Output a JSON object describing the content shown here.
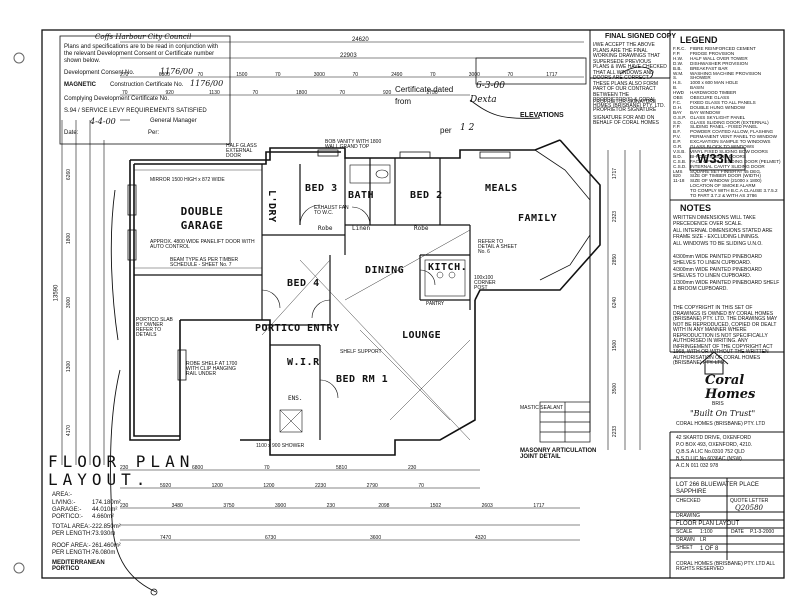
{
  "council": {
    "name": "Coffs Harbour City Council",
    "intro": "Plans and specifications are to be read in conjunction with the relevant Development Consent or Certificate number shown below.",
    "dev_consent_label": "Development Consent No.",
    "dev_consent_no": "1176/00",
    "construction_cert_label": "Construction Certificate No.",
    "construction_cert_no": "1176/00",
    "complying_cert_label": "Complying Development Certificate No.",
    "levy_text": "S.94 / SERVICE LEVY REQUIREMENTS SATISFIED",
    "general_manager": "General Manager",
    "date_handwritten": "4-4-00",
    "date_label": "Date:",
    "per_label": "Per:",
    "magnetic": "MAGNETIC"
  },
  "certificate": {
    "dated_label": "Certificate dated",
    "dated_value": "6-3-00",
    "from_label": "from",
    "from_value": "Dexta",
    "per_label": "per",
    "per_value": "1 2",
    "elevations": "ELEVATIONS"
  },
  "signed": {
    "title": "FINAL SIGNED COPY",
    "text": "I/WE ACCEPT THE ABOVE PLANS ARE THE FINAL WORKING DRAWINGS THAT SUPERSEDE PREVIOUS PLANS & I/WE HAVE CHECKED THAT ALL WINDOWS AND DOORS ARE CORRECT. THESE PLANS ALSO FORM PART OF OUR CONTRACT BETWEEN THE PROPRIETOR(S) & CORAL HOMES (BRISBANE) PTY. LTD.",
    "sig1": "PROPRIETOR SIGNATURE",
    "sig2": "PROPRIETOR SIGNATURE",
    "sig3": "SIGNATURE FOR AND ON BEHALF OF CORAL HOMES"
  },
  "model": "W33N",
  "legend": {
    "title": "LEGEND",
    "items": [
      [
        "F.R.C.",
        "FIBRE REINFORCED CEMENT"
      ],
      [
        "F.P.",
        "FRIDGE PROVISION"
      ],
      [
        "H.W.",
        "HALF WALL OVER TOWER"
      ],
      [
        "D.W.",
        "DISHWASHER PROVISION"
      ],
      [
        "B.B.",
        "BREAKFAST BAR"
      ],
      [
        "W.M.",
        "WASHING MACHINE PROVISION"
      ],
      [
        "S.",
        "SHOWER"
      ],
      [
        "H.S.",
        "1000 x 600 MAN HOLE"
      ],
      [
        "B.",
        "BASIN"
      ],
      [
        "HWD",
        "HARDWOOD TIMBER"
      ],
      [
        "OBS",
        "OBSCURE GLASS"
      ],
      [
        "F.C.",
        "FIXED GLASS TO ALL PANELS"
      ],
      [
        "D.H.",
        "DOUBLE HUNG WINDOW"
      ],
      [
        "BAY",
        "BAY WINDOW"
      ],
      [
        "G.S.P.",
        "GLASS SKYLIGHT PANEL"
      ],
      [
        "S.D.",
        "GLASS SLIDING DOOR (EXTERNAL)"
      ],
      [
        "F.P.",
        "SLIDING PANEL - FIXED PANEL"
      ],
      [
        "B.F.",
        "POWDER COATED ALLOW, FLASHING"
      ],
      [
        "P.V.",
        "PERMANENT VENT PANEL TO WINDOW"
      ],
      [
        "E.P.",
        "EXCAVATION SAMPLE TO WINDOWS"
      ],
      [
        "G.R.",
        "GLASS BLOCK TO WINDOWS"
      ],
      [
        "V.S.B.",
        "VINYL FIXED SLIDING BOW DOORS"
      ],
      [
        "B.D.",
        "BI-FOLD SLIDING DOORS"
      ],
      [
        "C.S.B.",
        "FACE OF WALL SLIDING DOOR (PELMET)"
      ],
      [
        "C.S.D.",
        "INTERNAL CAVITY SLIDING DOOR"
      ],
      [
        "LMS",
        "SQUARE SET FINISH AT 45 DEG."
      ],
      [
        "820",
        "SIZE OF TIMBER DOOR (WIDTH)"
      ],
      [
        "11-18",
        "SIZE OF WINDOW (21000 x 1800)"
      ],
      [
        "",
        "LOCATION OF SMOKE ALARM"
      ],
      [
        "",
        "TO COMPLY WITH B.C.A CLAUSE 3.7.5.2"
      ],
      [
        "",
        "TO PART 3.7.2 & WITH AS 3786"
      ]
    ]
  },
  "notes": {
    "title": "NOTES",
    "items": [
      "WRITTEN DIMENSIONS WILL TAKE PRECEDENCE OVER SCALE.",
      "ALL INTERNAL DIMENSIONS STATED ARE FRAME SIZE - EXCLUDING LININGS.",
      "ALL WINDOWS TO BE SLIDING U.N.O.",
      "4/300mm WIDE PAINTED PINEBOARD SHELVES TO LINEN CUPBOARD.",
      "4/300mm WIDE PAINTED PINEBOARD SHELVES TO LINEN CUPBOARD.",
      "1/300mm WIDE PAINTED PINEBOARD SHELF & BROOM CUPBOARD."
    ],
    "copyright": "THE COPYRIGHT IN THIS SET OF DRAWINGS IS OWNED BY CORAL HOMES (BRISBANE) PTY. LTD. THE DRAWINGS MAY NOT BE REPRODUCED, COPIED OR DEALT WITH IN ANY MANNER WHERE REPRODUCTION IS NOT SPECIFICALLY AUTHORISED IN WRITING. ANY INFRINGEMENT OF THE COPYRIGHT ACT 1968, WITH OR WITHOUT THE WRITTEN AUTHORISATION OF CORAL HOMES (BRISBANE) PTY. LTD."
  },
  "company": {
    "name_line1": "Coral",
    "name_line2": "Homes",
    "city": "BRIS",
    "slogan": "\"Built On Trust\"",
    "legal": "CORAL HOMES (BRISBANE) PTY. LTD",
    "address1": "42 SKARTD DRIVE, OXENFORD",
    "address2": "P.O BOX 493, OXENFORD, 4210.",
    "lic1": "Q.B.S.A LIC No.0310 752 QLD",
    "lic2": "B.S.D LIC No.6036AC (NSW)",
    "acn": "A.C.N 011 032 978"
  },
  "titleblock": {
    "lot": "LOT 266 BLUEWATER PLACE",
    "suburb": "SAPPHIRE",
    "checked_label": "CHECKED",
    "quote_label": "QUOTE LETTER",
    "quote_value": "Q20580",
    "drawing_label": "DRAWING",
    "drawing_value": "FLOOR PLAN LAYOUT",
    "scale_label": "SCALE",
    "scale_value": "1:100",
    "drawn_label": "DRAWN",
    "drawn_value": "LR",
    "date_label": "DATE",
    "date_value": "P.1-3-2000",
    "sheet_label": "SHEET",
    "sheet_value": "1 OF 8",
    "footer": "CORAL HOMES (BRISBANE) PTY. LTD ALL RIGHTS RESERVED"
  },
  "plan_title": "FLOOR PLAN LAYOUT.",
  "areas": {
    "area_label": "AREA:-",
    "living_label": "LIVING:-",
    "living": "174.180m²",
    "garage_label": "GARAGE:-",
    "garage": "44.010m²",
    "portico_label": "PORTICO:-",
    "portico": "4.660m²",
    "total_label": "TOTAL AREA:-",
    "total": "222.850m²",
    "per_length_label": "PER LENGTH:-",
    "per_length": "73.930m",
    "roof_label": "ROOF AREA:-",
    "roof": "261.460m²",
    "roof_per_label": "PER LENGTH:-",
    "roof_per": "76.080m",
    "style": "MEDITERRANEAN PORTICO"
  },
  "rooms": {
    "double_garage": "DOUBLE GARAGE",
    "l_dry": "L'DRY",
    "bed3": "BED 3",
    "bath": "BATH",
    "bed2": "BED 2",
    "meals": "MEALS",
    "family": "FAMILY",
    "dining": "DINING",
    "kitch": "KITCH.",
    "bed4": "BED 4",
    "portico": "PORTICO",
    "entry": "ENTRY",
    "lounge": "LOUNGE",
    "wir": "W.I.R",
    "bed_rm1": "BED RM 1",
    "linen": "Linen",
    "robe1": "Robe",
    "robe2": "Robe",
    "pantry": "PANTRY",
    "ens": "ENS."
  },
  "dims": {
    "top_overall": "24620",
    "top_second": "22903",
    "top_row": [
      "270",
      "6800",
      "70",
      "1500",
      "70",
      "3000",
      "70",
      "2490",
      "70",
      "3000",
      "70",
      "1717"
    ],
    "top_row2": [
      "70",
      "920",
      "1130",
      "70",
      "1800",
      "70",
      "920",
      "2750"
    ],
    "bottom_row": [
      "230",
      "6800",
      "70",
      "5810",
      "230"
    ],
    "bottom_row2": [
      "5920",
      "1200",
      "1200",
      "2230",
      "2790",
      "70"
    ],
    "bottom_row3": [
      "230",
      "3480",
      "3750",
      "3900",
      "230",
      "2098",
      "1502",
      "2603",
      "1717"
    ],
    "bottom_overall": [
      "7470",
      "6730",
      "3600",
      "4320"
    ],
    "left_overall": "13590",
    "left_parts": [
      "6260",
      "1800",
      "3000",
      "1300",
      "4170"
    ],
    "right_parts": [
      "1717",
      "2323",
      "2850",
      "6240",
      "1500",
      "3500",
      "2233"
    ]
  },
  "annotations": {
    "mirror1": "MIRROR 1500 HIGH x 872 WIDE",
    "auto_door": "APPROX. 4800 WIDE PANELIFT DOOR WITH AUTO CONTROL",
    "beam": "BEAM TYPE AS PER TIMBER SCHEDULE - SHEET No. 7",
    "portico_slab": "PORTICO SLAB BY OWNER REFER TO DETAILS",
    "robe_shelf": "ROBE SHELF AT 1700 WITH CLIP HANGING RAIL UNDER",
    "vanity": "BOB VANITY WITH 1800 WALL GRAND TOP",
    "exhaust": "EXHAUST FAN TO W.C.",
    "refer_a": "REFER TO DETAIL A SHEET No. 6",
    "masonry_title": "MASONRY ARTICULATION JOINT DETAIL",
    "mastic": "MASTIC SEALANT",
    "half_glass": "HALF GLASS EXTERNAL DOOR",
    "shower": "1100 x 900 SHOWER",
    "corner_post": "100x100 CORNER POST",
    "shelf_support": "SHELF SUPPORT"
  }
}
